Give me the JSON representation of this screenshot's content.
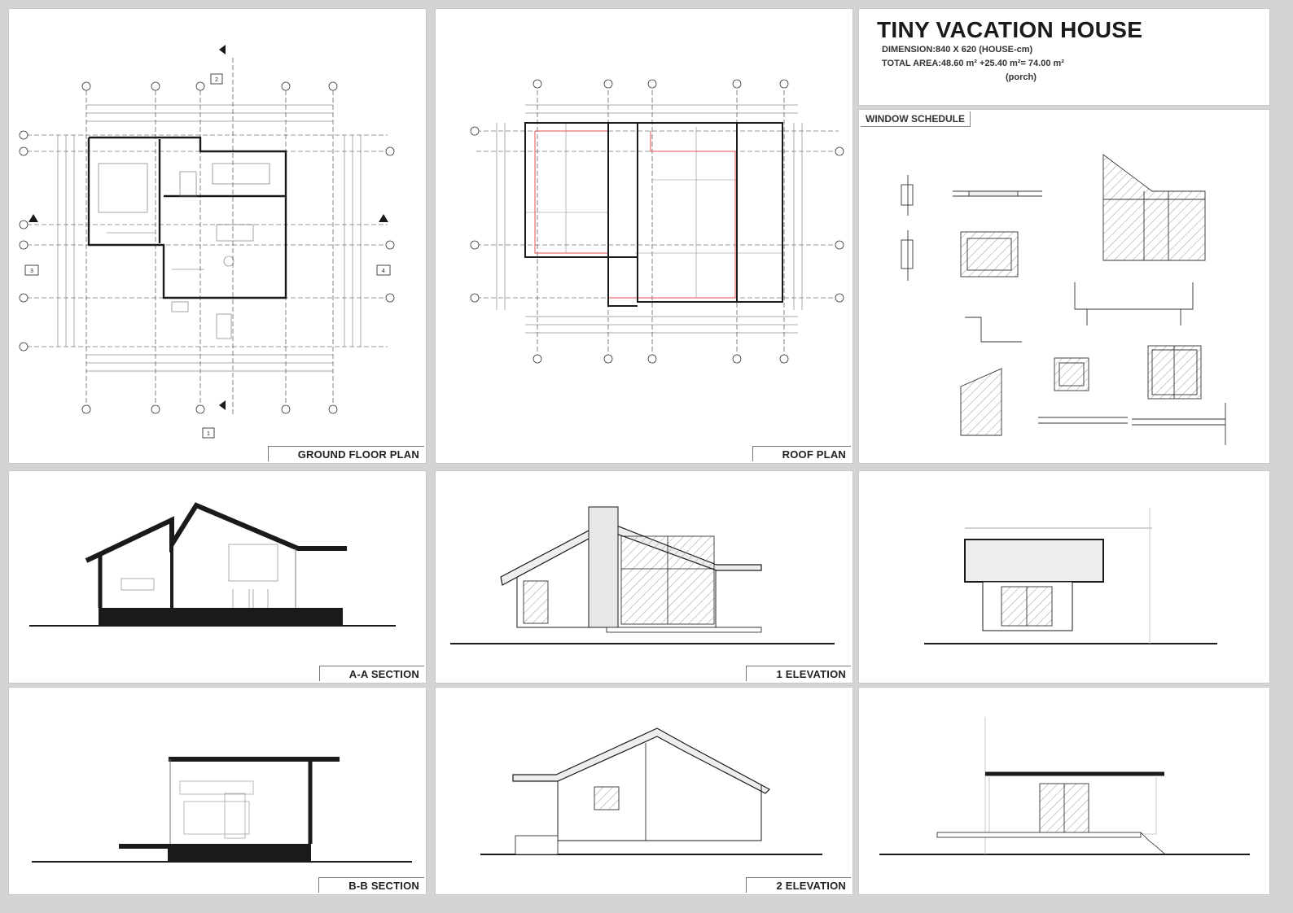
{
  "title_block": {
    "title": "TINY VACATION HOUSE",
    "dimension": "DIMENSION:840 X 620  (HOUSE-cm)",
    "total_area": "TOTAL AREA:48.60 m² +25.40 m²= 74.00 m²",
    "porch_note": "(porch)"
  },
  "window_schedule": {
    "label": "WINDOW SCHEDULE"
  },
  "sheets": {
    "ground_floor_plan": "GROUND FLOOR PLAN",
    "roof_plan": "ROOF PLAN",
    "aa_section": "A-A SECTION",
    "elevation_1": "1 ELEVATION",
    "bb_section": "B-B SECTION",
    "elevation_2": "2 ELEVATION"
  },
  "section_markers": {
    "top": "2",
    "bottom": "1",
    "left": "3",
    "right": "4"
  },
  "colors": {
    "line": "#1a1a1a",
    "red_outline": "#e05050",
    "hatch": "#999999",
    "background": "#d4d4d4"
  }
}
